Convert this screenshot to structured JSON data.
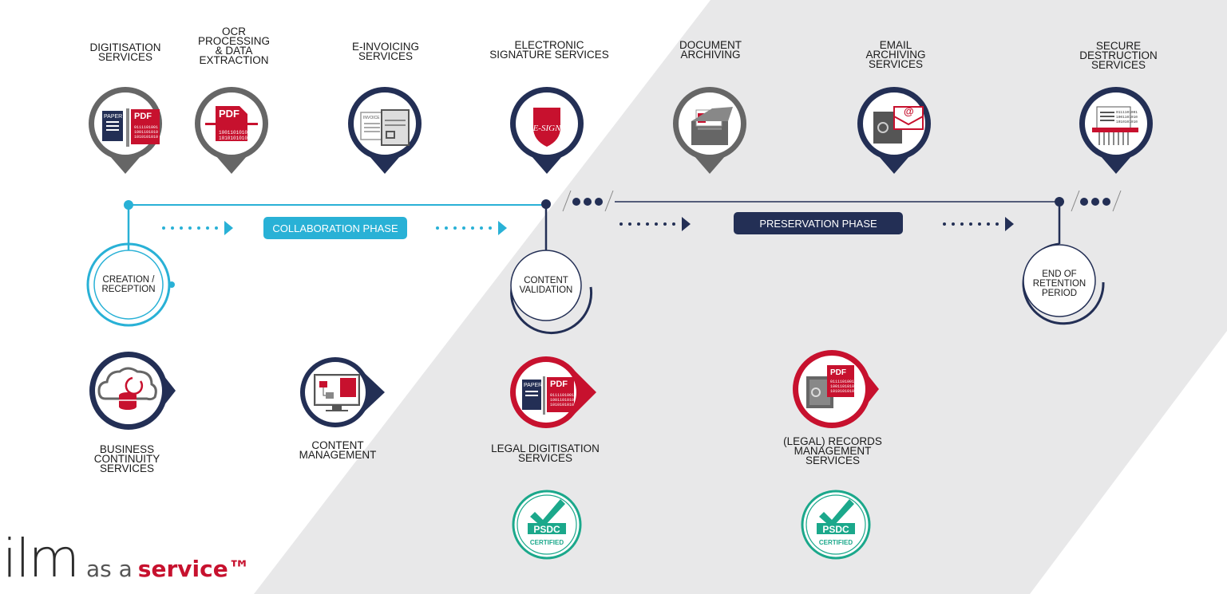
{
  "colors": {
    "navy": "#232f55",
    "cyan": "#29b1d6",
    "red": "#c7112e",
    "grey": "#666666",
    "green": "#1ba88b",
    "background_panel": "#e8e8e9"
  },
  "top_services": [
    {
      "label": "DIGITISATION\nSERVICES",
      "icon": "paper-to-pdf-icon",
      "ring": "grey"
    },
    {
      "label": "OCR\nPROCESSING\n& DATA\nEXTRACTION",
      "icon": "pdf-ocr-icon",
      "ring": "grey"
    },
    {
      "label": "E-INVOICING\nSERVICES",
      "icon": "invoice-icon",
      "ring": "navy"
    },
    {
      "label": "ELECTRONIC\nSIGNATURE SERVICES",
      "icon": "e-sign-shield-icon",
      "ring": "navy",
      "icon_text": "E-SIGN"
    },
    {
      "label": "DOCUMENT\nARCHIVING",
      "icon": "archive-box-icon",
      "ring": "grey"
    },
    {
      "label": "EMAIL\nARCHIVING\nSERVICES",
      "icon": "email-safe-icon",
      "ring": "navy"
    },
    {
      "label": "SECURE\nDESTRUCTION\nSERVICES",
      "icon": "shredder-icon",
      "ring": "navy"
    }
  ],
  "icon_texts": {
    "pdf": "PDF",
    "paper": "PAPER",
    "invoice": "INVOICE",
    "binary_1": "0111101001",
    "binary_2": "1001101010",
    "binary_3": "1010101010",
    "email_at": "@"
  },
  "phases": {
    "collaboration": "COLLABORATION PHASE",
    "preservation": "PRESERVATION PHASE"
  },
  "milestones": [
    {
      "label": "CREATION /\nRECEPTION"
    },
    {
      "label": "CONTENT\nVALIDATION"
    },
    {
      "label": "END OF\nRETENTION\nPERIOD"
    }
  ],
  "bottom_services": [
    {
      "label": "BUSINESS\nCONTINUITY\nSERVICES",
      "icon": "cloud-database-icon",
      "ring": "navy"
    },
    {
      "label": "CONTENT\nMANAGEMENT",
      "icon": "monitor-pdf-icon",
      "ring": "navy"
    },
    {
      "label": "LEGAL DIGITISATION\nSERVICES",
      "icon": "legal-digitisation-icon",
      "ring": "red",
      "certified": true
    },
    {
      "label": "(LEGAL) RECORDS\nMANAGEMENT\nSERVICES",
      "icon": "records-safe-icon",
      "ring": "red",
      "certified": true
    }
  ],
  "certification": {
    "badge_top": "PSDC",
    "badge_bottom": "CERTIFIED"
  },
  "logo": {
    "main": "ilm",
    "sub": "as a",
    "service": "service™"
  }
}
